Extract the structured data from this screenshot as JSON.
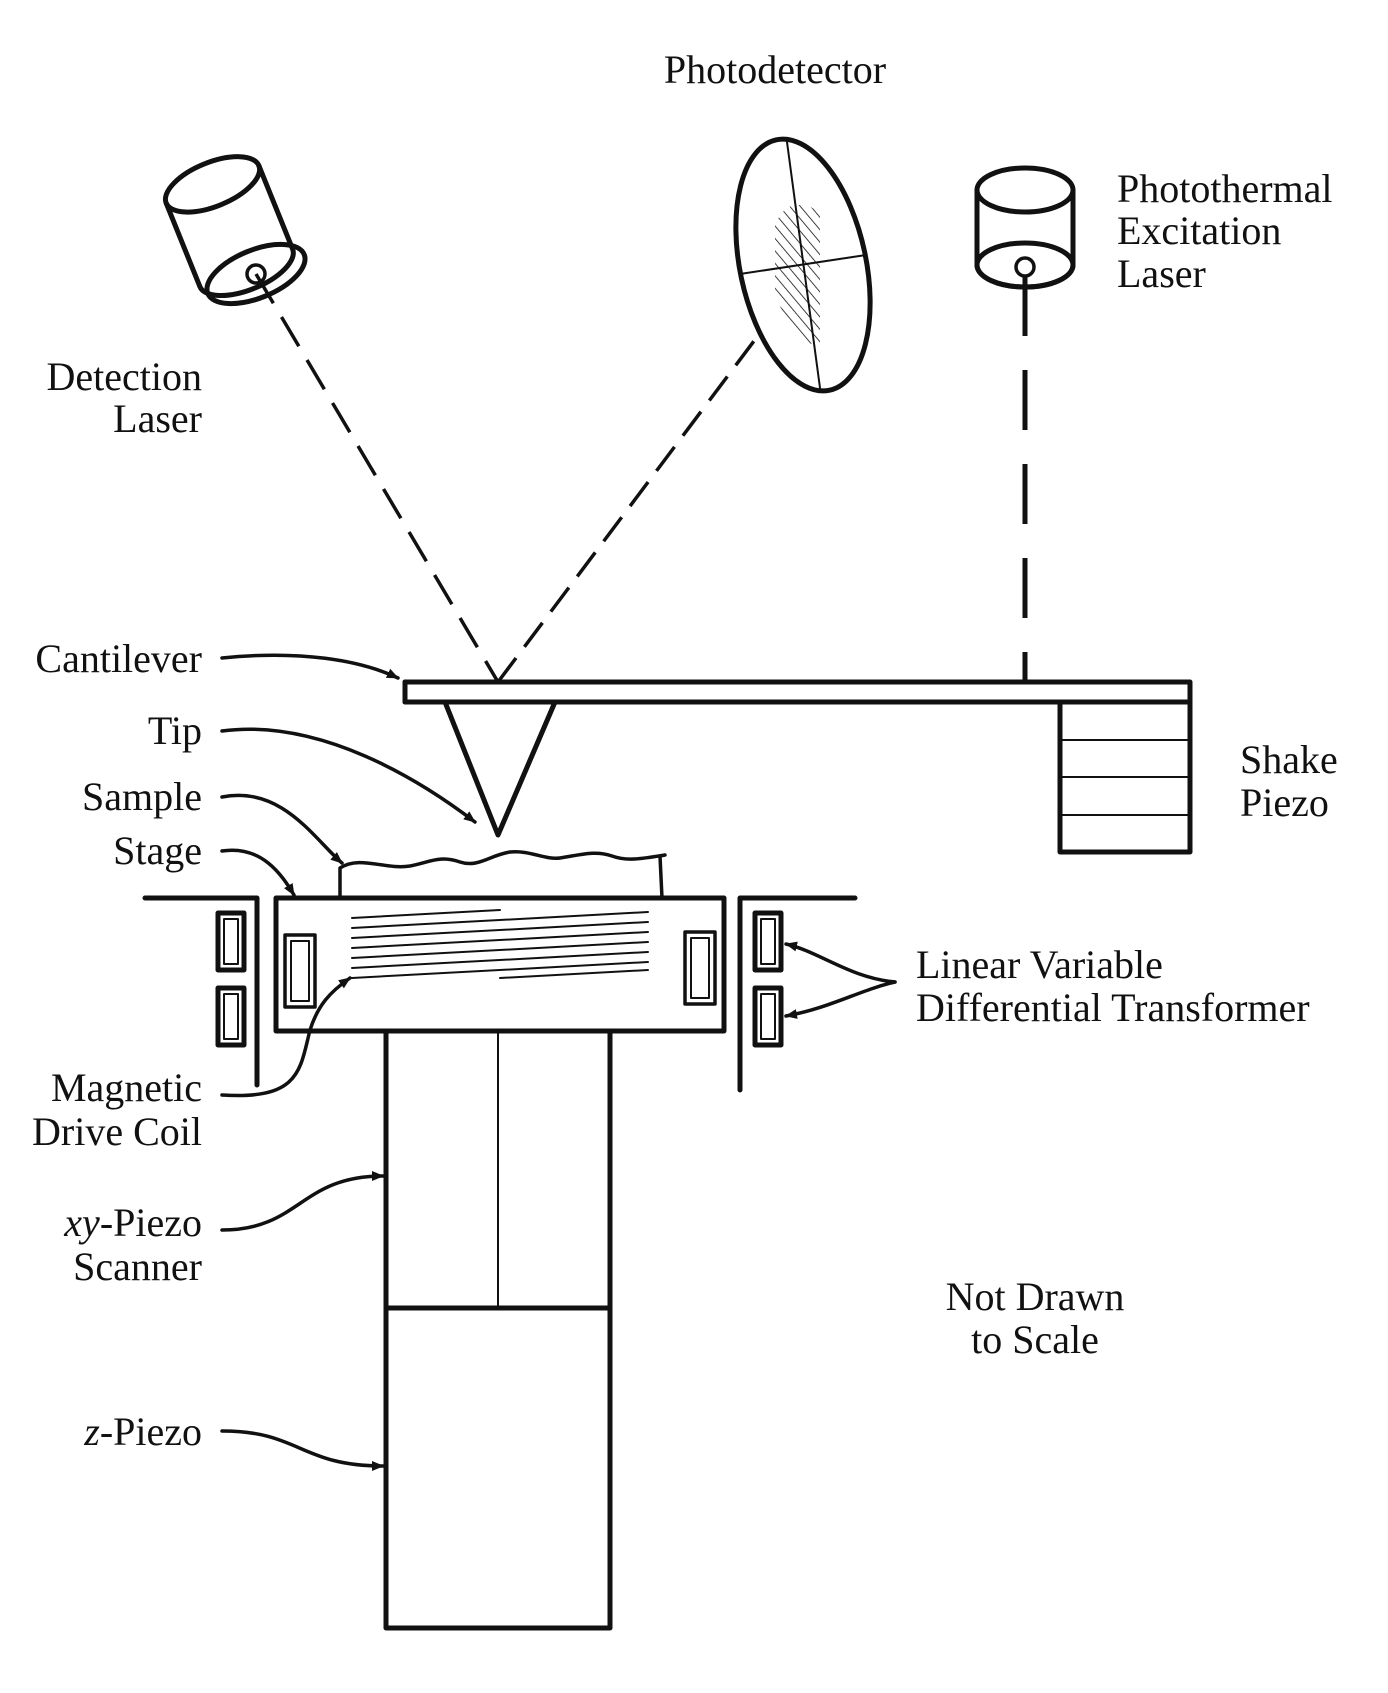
{
  "labels": {
    "photodetector": "Photodetector",
    "photothermal_line1": "Photothermal",
    "photothermal_line2": "Excitation",
    "photothermal_line3": "Laser",
    "detection_line1": "Detection",
    "detection_line2": "Laser",
    "cantilever": "Cantilever",
    "tip": "Tip",
    "sample": "Sample",
    "stage": "Stage",
    "shake_line1": "Shake",
    "shake_line2": "Piezo",
    "lvdt_line1": "Linear Variable",
    "lvdt_line2": "Differential Transformer",
    "coil_line1": "Magnetic",
    "coil_line2": "Drive Coil",
    "xy_prefix": "xy",
    "xy_suffix": "-Piezo",
    "xy_line2": "Scanner",
    "z_prefix": "z",
    "z_suffix": "-Piezo",
    "note_line1": "Not Drawn",
    "note_line2": "to Scale"
  }
}
